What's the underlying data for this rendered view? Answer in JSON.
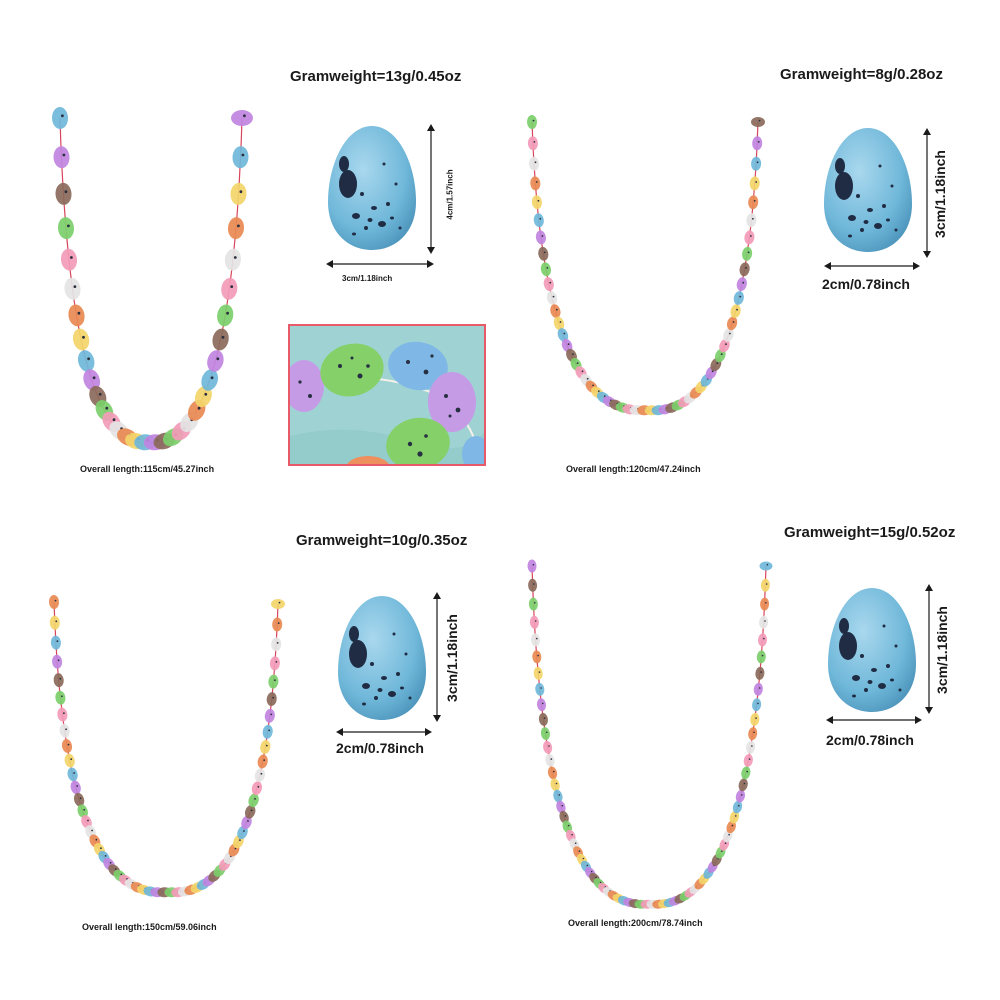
{
  "colors": {
    "egg_blue": "#6fb7d9",
    "egg_speckle": "#1f2c44",
    "thread": "#d8455a",
    "photo_border": "#e85a6a",
    "photo_bg": "#9fd3d3"
  },
  "bead_palette": [
    "#6fb7d9",
    "#7ccf6b",
    "#e98a52",
    "#c084e0",
    "#f39bb8",
    "#f3d56a",
    "#8a6a5a",
    "#e4e4e4"
  ],
  "panels": [
    {
      "gramweight": "Gramweight=13g/0.45oz",
      "egg_height": "4cm/1.57inch",
      "egg_width": "3cm/1.18inch",
      "overall_length": "Overall length:115cm/45.27inch"
    },
    {
      "gramweight": "Gramweight=8g/0.28oz",
      "egg_height": "3cm/1.18inch",
      "egg_width": "2cm/0.78inch",
      "overall_length": "Overall length:120cm/47.24inch"
    },
    {
      "gramweight": "Gramweight=10g/0.35oz",
      "egg_height": "3cm/1.18inch",
      "egg_width": "2cm/0.78inch",
      "overall_length": "Overall length:150cm/59.06inch"
    },
    {
      "gramweight": "Gramweight=15g/0.52oz",
      "egg_height": "3cm/1.18inch",
      "egg_width": "2cm/0.78inch",
      "overall_length": "Overall length:200cm/78.74inch"
    }
  ]
}
